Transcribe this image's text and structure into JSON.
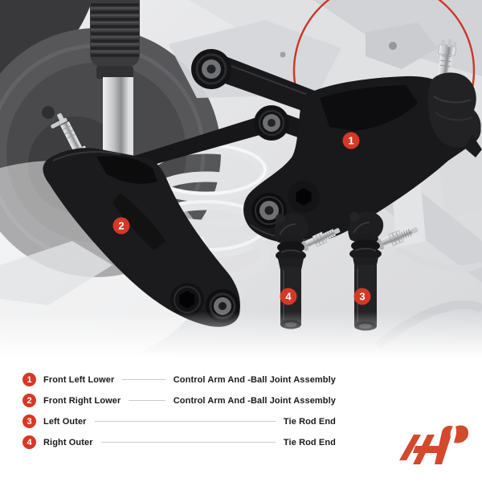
{
  "scene": {
    "markers": [
      {
        "number": "1"
      },
      {
        "number": "2"
      },
      {
        "number": "3"
      },
      {
        "number": "4"
      }
    ]
  },
  "legend": {
    "rows": [
      {
        "number": "1",
        "label": "Front Left Lower",
        "description": "Control Arm And -Ball Joint Assembly"
      },
      {
        "number": "2",
        "label": "Front Right Lower",
        "description": "Control Arm And -Ball Joint Assembly"
      },
      {
        "number": "3",
        "label": "Left Outer",
        "description": "Tie Rod End"
      },
      {
        "number": "4",
        "label": "Right Outer",
        "description": "Tie Rod End"
      }
    ]
  },
  "branding": {
    "logo_icon": "a-premium-logo"
  },
  "colors": {
    "accent_red": "#d63826",
    "logo_red": "#d2492c",
    "highlight_ring_red": "#cb3726",
    "text_dark": "#191919",
    "connector_gray": "#cbcbcb"
  }
}
